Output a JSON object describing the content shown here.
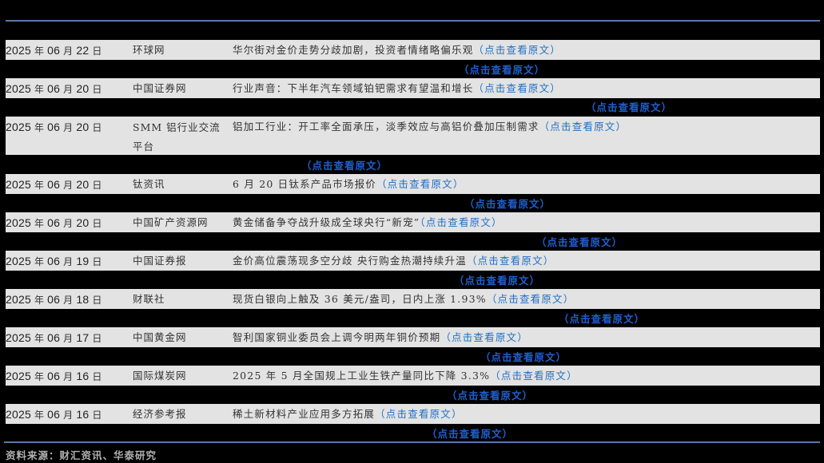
{
  "table": {
    "rows": [
      {
        "date": {
          "y": "2025",
          "m": "06",
          "d": "22"
        },
        "source": "环球网",
        "title": "华尔街对金价走势分歧加剧，投资者情绪略偏乐观",
        "link": "（点击查看原文）"
      },
      {
        "date": {
          "y": "2025",
          "m": "06",
          "d": "20"
        },
        "source": "中国证券网",
        "title": "行业声音：下半年汽车领域铂钯需求有望温和增长",
        "link": "（点击查看原文）"
      },
      {
        "date": {
          "y": "2025",
          "m": "06",
          "d": "20"
        },
        "source": "SMM 铝行业交流平台",
        "title": "铝加工行业：开工率全面承压，淡季效应与高铝价叠加压制需求",
        "link": "（点击查看原文）"
      },
      {
        "date": {
          "y": "2025",
          "m": "06",
          "d": "20"
        },
        "source": "钛资讯",
        "title": "6 月 20 日钛系产品市场报价",
        "link": "（点击查看原文）"
      },
      {
        "date": {
          "y": "2025",
          "m": "06",
          "d": "20"
        },
        "source": "中国矿产资源网",
        "title": "黄金储备争夺战升级成全球央行“新宠”",
        "link": "（点击查看原文）"
      },
      {
        "date": {
          "y": "2025",
          "m": "06",
          "d": "19"
        },
        "source": "中国证券报",
        "title": "金价高位震荡现多空分歧 央行购金热潮持续升温",
        "link": "（点击查看原文）"
      },
      {
        "date": {
          "y": "2025",
          "m": "06",
          "d": "18"
        },
        "source": "财联社",
        "title": "现货白银向上触及 36 美元/盎司，日内上涨 1.93%",
        "link": "（点击查看原文）"
      },
      {
        "date": {
          "y": "2025",
          "m": "06",
          "d": "17"
        },
        "source": "中国黄金网",
        "title": "智利国家铜业委员会上调今明两年铜价预期",
        "link": "（点击查看原文）"
      },
      {
        "date": {
          "y": "2025",
          "m": "06",
          "d": "16"
        },
        "source": "国际煤炭网",
        "title": "2025 年 5 月全国规上工业生铁产量同比下降 3.3%",
        "link": "（点击查看原文）"
      },
      {
        "date": {
          "y": "2025",
          "m": "06",
          "d": "16"
        },
        "source": "经济参考报",
        "title": "稀土新材料产业应用多方拓展",
        "link": "（点击查看原文）"
      }
    ],
    "date_labels": {
      "year": "年",
      "month": "月",
      "day": "日"
    }
  },
  "floating_links": [
    {
      "label": "（点击查看原文）"
    },
    {
      "label": "（点击查看原文）"
    },
    {
      "label": "（点击查看原文）"
    },
    {
      "label": "（点击查看原文）"
    },
    {
      "label": "（点击查看原文）"
    },
    {
      "label": "（点击查看原文）"
    },
    {
      "label": "（点击查看原文）"
    },
    {
      "label": "（点击查看原文）"
    },
    {
      "label": "（点击查看原文）"
    },
    {
      "label": "（点击查看原文）"
    }
  ],
  "footer": {
    "source_note": "资料来源：财汇资讯、华泰研究"
  },
  "colors": {
    "row_bg": "#e3e3e3",
    "link": "#1f6fc5",
    "rule": "#5b79a6",
    "background": "#000000"
  }
}
